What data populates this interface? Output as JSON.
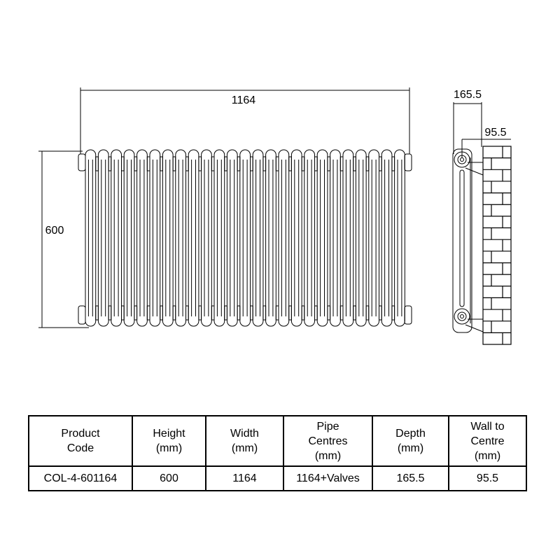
{
  "drawing": {
    "front_view": {
      "width_label": "1164",
      "height_label": "600",
      "column_count": 25
    },
    "side_view": {
      "depth_label": "165.5",
      "wall_to_centre_label": "95.5"
    }
  },
  "table": {
    "headers": [
      [
        "Product",
        "Code"
      ],
      [
        "Height",
        "(mm)"
      ],
      [
        "Width",
        "(mm)"
      ],
      [
        "Pipe",
        "Centres",
        "(mm)"
      ],
      [
        "Depth",
        "(mm)"
      ],
      [
        "Wall to",
        "Centre",
        "(mm)"
      ]
    ],
    "row": [
      "COL-4-601164",
      "600",
      "1164",
      "1164+Valves",
      "165.5",
      "95.5"
    ]
  }
}
